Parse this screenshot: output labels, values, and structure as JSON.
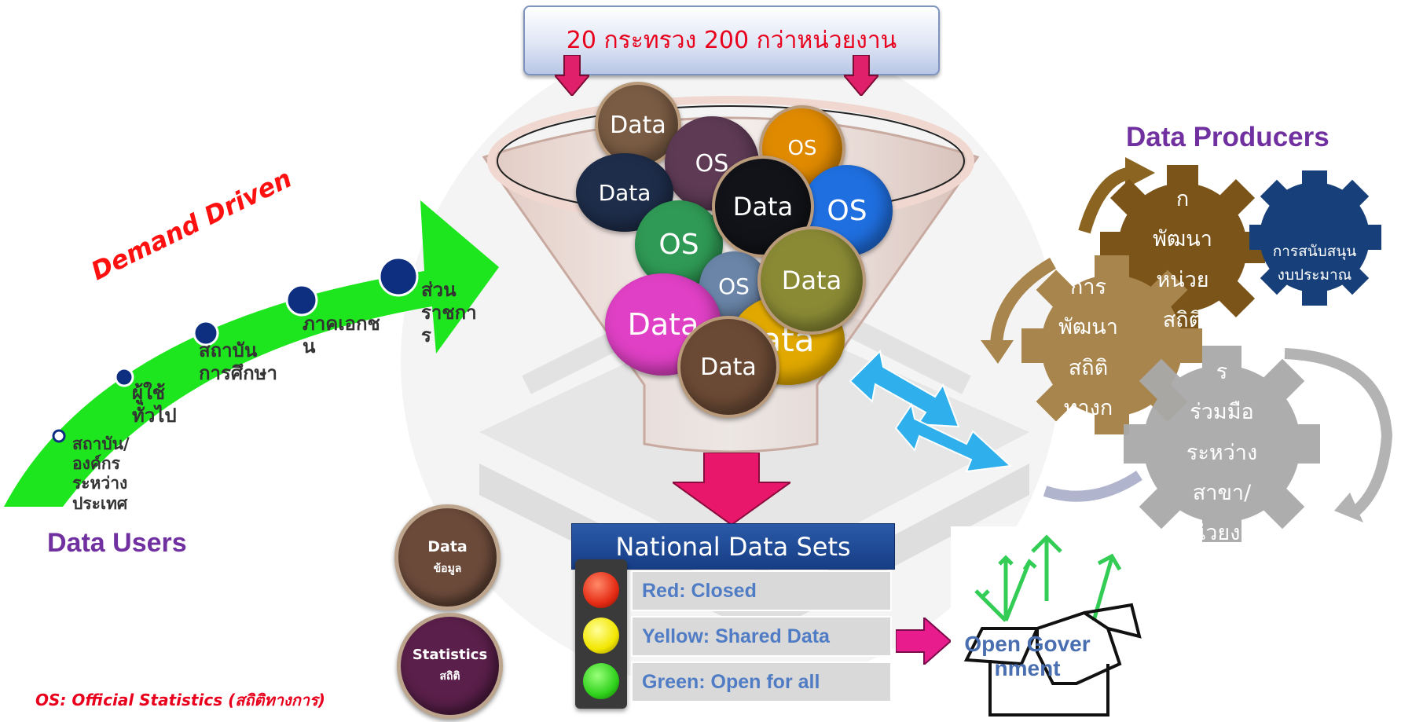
{
  "title_banner": "20 กระทรวง 200 กว่าหน่วยงาน",
  "funnel_balls": [
    {
      "text": "Data",
      "color": "#7a5c44"
    },
    {
      "text": "OS",
      "color": "#5e3a55"
    },
    {
      "text": "OS",
      "color": "#e08a00"
    },
    {
      "text": "Data",
      "color": "#1e2d4a"
    },
    {
      "text": "Data",
      "color": "#111318"
    },
    {
      "text": "OS",
      "color": "#1f6fe0"
    },
    {
      "text": "OS",
      "color": "#2f9a55"
    },
    {
      "text": "Data",
      "color": "#8a8a35"
    },
    {
      "text": "OS",
      "color": "#6a85a8"
    },
    {
      "text": "Data",
      "color": "#e040c5"
    },
    {
      "text": "ata",
      "color": "#e0a800"
    },
    {
      "text": "Data",
      "color": "#6b4a35"
    }
  ],
  "demand": {
    "label": "Demand Driven",
    "stages": [
      {
        "text": "สถาบัน/\nองค์กร\nระหว่าง\nประเทศ"
      },
      {
        "text": "ผู้ใช้\nทั่วไป"
      },
      {
        "text": "สถาบัน\nการศึกษา"
      },
      {
        "text": "ภาคเอกช\nน"
      },
      {
        "text": "ส่วน\nราชกา\nร"
      }
    ],
    "users_label": "Data Users"
  },
  "producers": {
    "title": "Data Producers",
    "gears": [
      {
        "text": "ก\nพัฒนา\nหน่วย\nสถิติ",
        "color": "#7a5418"
      },
      {
        "text": "การสนับสนุน\nงบประมาณ",
        "color": "#17407a"
      },
      {
        "text": "การ\nพัฒนา\nสถิติ\nทางก",
        "color": "#a8854c"
      },
      {
        "text": "ร\nร่วมมือ\nระหว่าง\nสาขา/\nหน่วยงาน",
        "color": "#a9a9a9"
      }
    ]
  },
  "national": {
    "title": "National Data Sets",
    "rows": [
      "Red: Closed",
      "Yellow: Shared Data",
      "Green: Open for all"
    ]
  },
  "open_gov": "Open Government",
  "legend": [
    {
      "top": "Data",
      "bottom": "ข้อมูล",
      "color": "#6b4a3a"
    },
    {
      "top": "Statistics",
      "bottom": "สถิติ",
      "color": "#5a1f4a"
    }
  ],
  "footnote": "OS: Official Statistics (สถิติทางการ)"
}
